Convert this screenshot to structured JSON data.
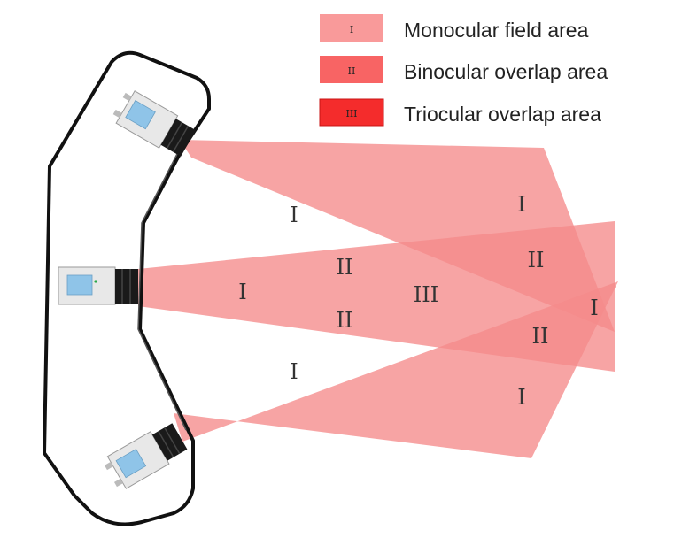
{
  "legend": {
    "items": [
      {
        "symbol": "I",
        "label": "Monocular field area",
        "color": "#F99A9A"
      },
      {
        "symbol": "II",
        "label": "Binocular overlap area",
        "color": "#F86464"
      },
      {
        "symbol": "III",
        "label": "Triocular overlap area",
        "color": "#F42C2C"
      }
    ]
  },
  "region_labels": [
    {
      "name": "top-beam-monocular",
      "text": "I"
    },
    {
      "name": "middle-beam-monocular",
      "text": "I"
    },
    {
      "name": "bottom-beam-monocular",
      "text": "I"
    },
    {
      "name": "overlap-top-middle",
      "text": "II"
    },
    {
      "name": "overlap-bottom-middle",
      "text": "II"
    },
    {
      "name": "overlap-all-three",
      "text": "III"
    },
    {
      "name": "top-right-monocular",
      "text": "I"
    },
    {
      "name": "right-upper-binocular",
      "text": "II"
    },
    {
      "name": "right-middle-monocular",
      "text": "I"
    },
    {
      "name": "right-lower-binocular",
      "text": "II"
    },
    {
      "name": "bottom-right-monocular",
      "text": "I"
    }
  ],
  "colors": {
    "beam": "#F58A8A",
    "outline": "#111111",
    "camera_body": "#E8E8E8",
    "camera_lens": "#1A1A1A",
    "camera_sensor": "#8FC4E8"
  }
}
